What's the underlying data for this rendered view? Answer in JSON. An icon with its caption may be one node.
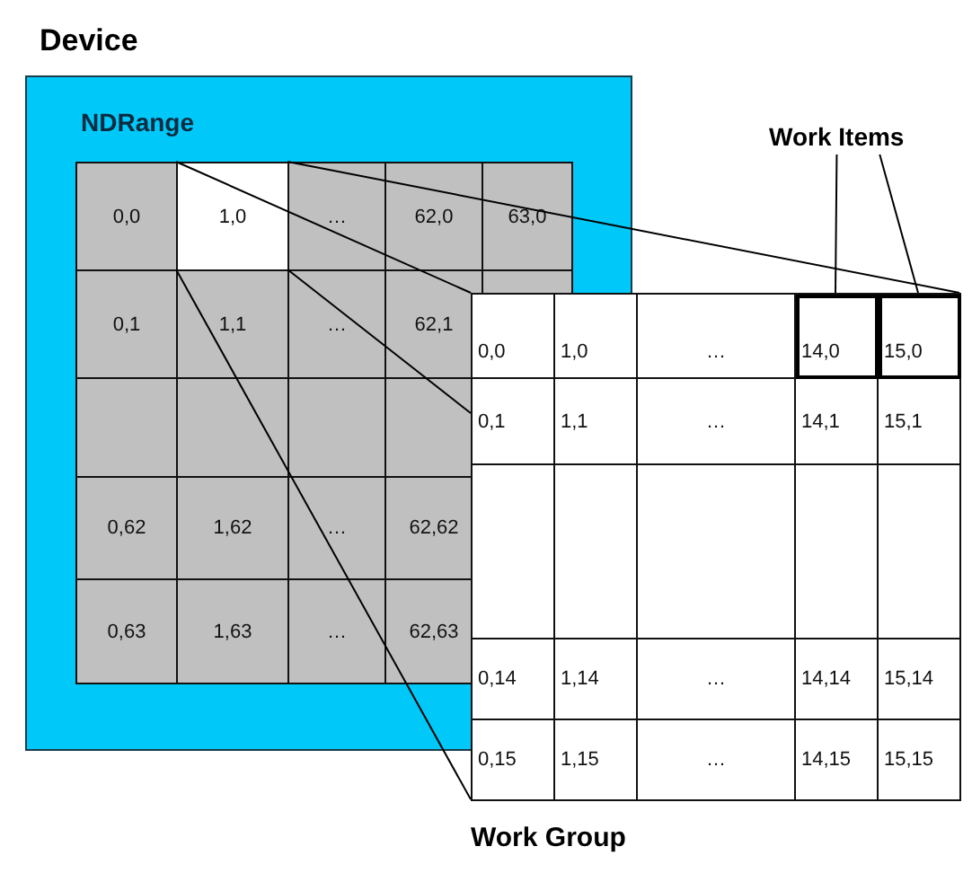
{
  "diagram": {
    "nodes": [
      {
        "text": [
          "Device"
        ]
      },
      {
        "text": [
          "NDRange"
        ],
        "in": 0
      },
      {
        "text": [
          "1,0"
        ],
        "in": 1
      },
      {
        "text": [
          "Work Group"
        ]
      },
      {
        "text": [
          "14,0"
        ],
        "in": 3
      },
      {
        "text": [
          "15,0"
        ],
        "in": 3
      },
      {
        "text": [
          "Work Items"
        ]
      }
    ],
    "edges": [
      {
        "from": 2,
        "to": 3,
        "arrow": "none"
      },
      {
        "from": 2,
        "to": 3,
        "arrow": "none"
      },
      {
        "from": 2,
        "to": 3,
        "arrow": "none"
      },
      {
        "from": 2,
        "to": 3,
        "arrow": "none"
      },
      {
        "from": 6,
        "to": 4,
        "arrow": "none"
      },
      {
        "from": 6,
        "to": 5,
        "arrow": "none"
      }
    ],
    "labels": [
      "0,0",
      "…",
      "62,0",
      "63,0",
      "0,1",
      "1,1",
      "…",
      "62,1",
      "0,62",
      "1,62",
      "…",
      "62,62",
      "0,63",
      "1,63",
      "…",
      "62,63",
      "0,0",
      "1,0",
      "…",
      "0,1",
      "1,1",
      "…",
      "14,1",
      "15,1",
      "0,14",
      "1,14",
      "…",
      "14,14",
      "15,14",
      "0,15",
      "1,15",
      "…",
      "14,15",
      "15,15"
    ]
  }
}
